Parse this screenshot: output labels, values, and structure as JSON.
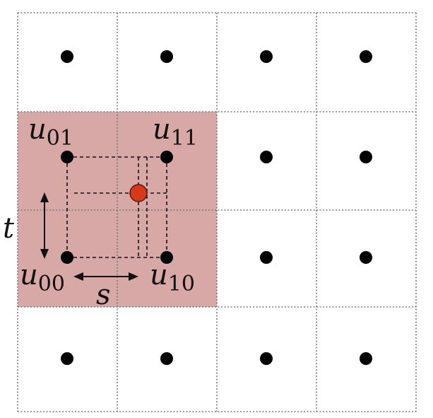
{
  "diagram": {
    "grid": {
      "columns": 4,
      "rows": 4,
      "border_style": "dotted",
      "line_color": "#7a7a7a"
    },
    "highlight": {
      "covered_cells": "top-left 2x2 of the lower-left block",
      "color": "#d8a8a6"
    },
    "texel_dot_color": "#000000",
    "sample_point_color": "#d4391c",
    "labels": {
      "u00": {
        "base": "u",
        "sub": "00"
      },
      "u01": {
        "base": "u",
        "sub": "01"
      },
      "u10": {
        "base": "u",
        "sub": "10"
      },
      "u11": {
        "base": "u",
        "sub": "11"
      },
      "s": "s",
      "t": "t"
    }
  }
}
